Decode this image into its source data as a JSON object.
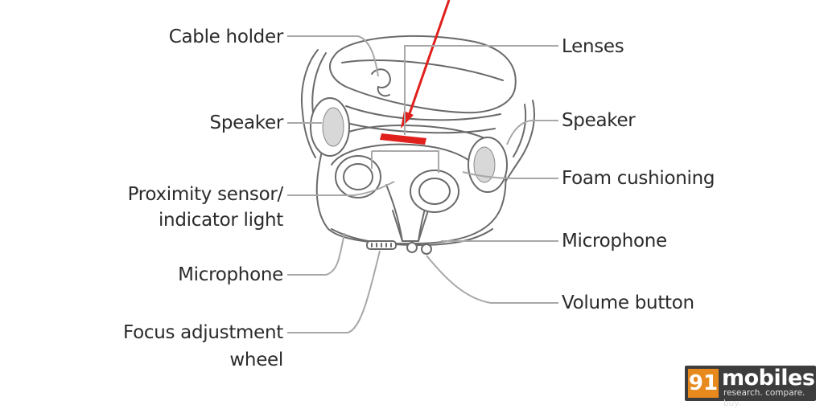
{
  "labels": {
    "cable_holder": "Cable holder",
    "speaker_left": "Speaker",
    "proximity_line1": "Proximity sensor/",
    "proximity_line2": "indicator light",
    "microphone_left": "Microphone",
    "focus_line1": "Focus adjustment",
    "focus_line2": "wheel",
    "lenses": "Lenses",
    "speaker_right": "Speaker",
    "foam": "Foam cushioning",
    "microphone_right": "Microphone",
    "volume": "Volume button"
  },
  "watermark": {
    "number": "91",
    "word": "mobiles",
    "tagline": "research. compare. buy."
  },
  "colors": {
    "leader_line": "#a8a8a8",
    "outline": "#6a6a6a",
    "arrow": "#e0201c",
    "badge_bg": "#3d3d3d",
    "badge_accent": "#e8891d"
  }
}
